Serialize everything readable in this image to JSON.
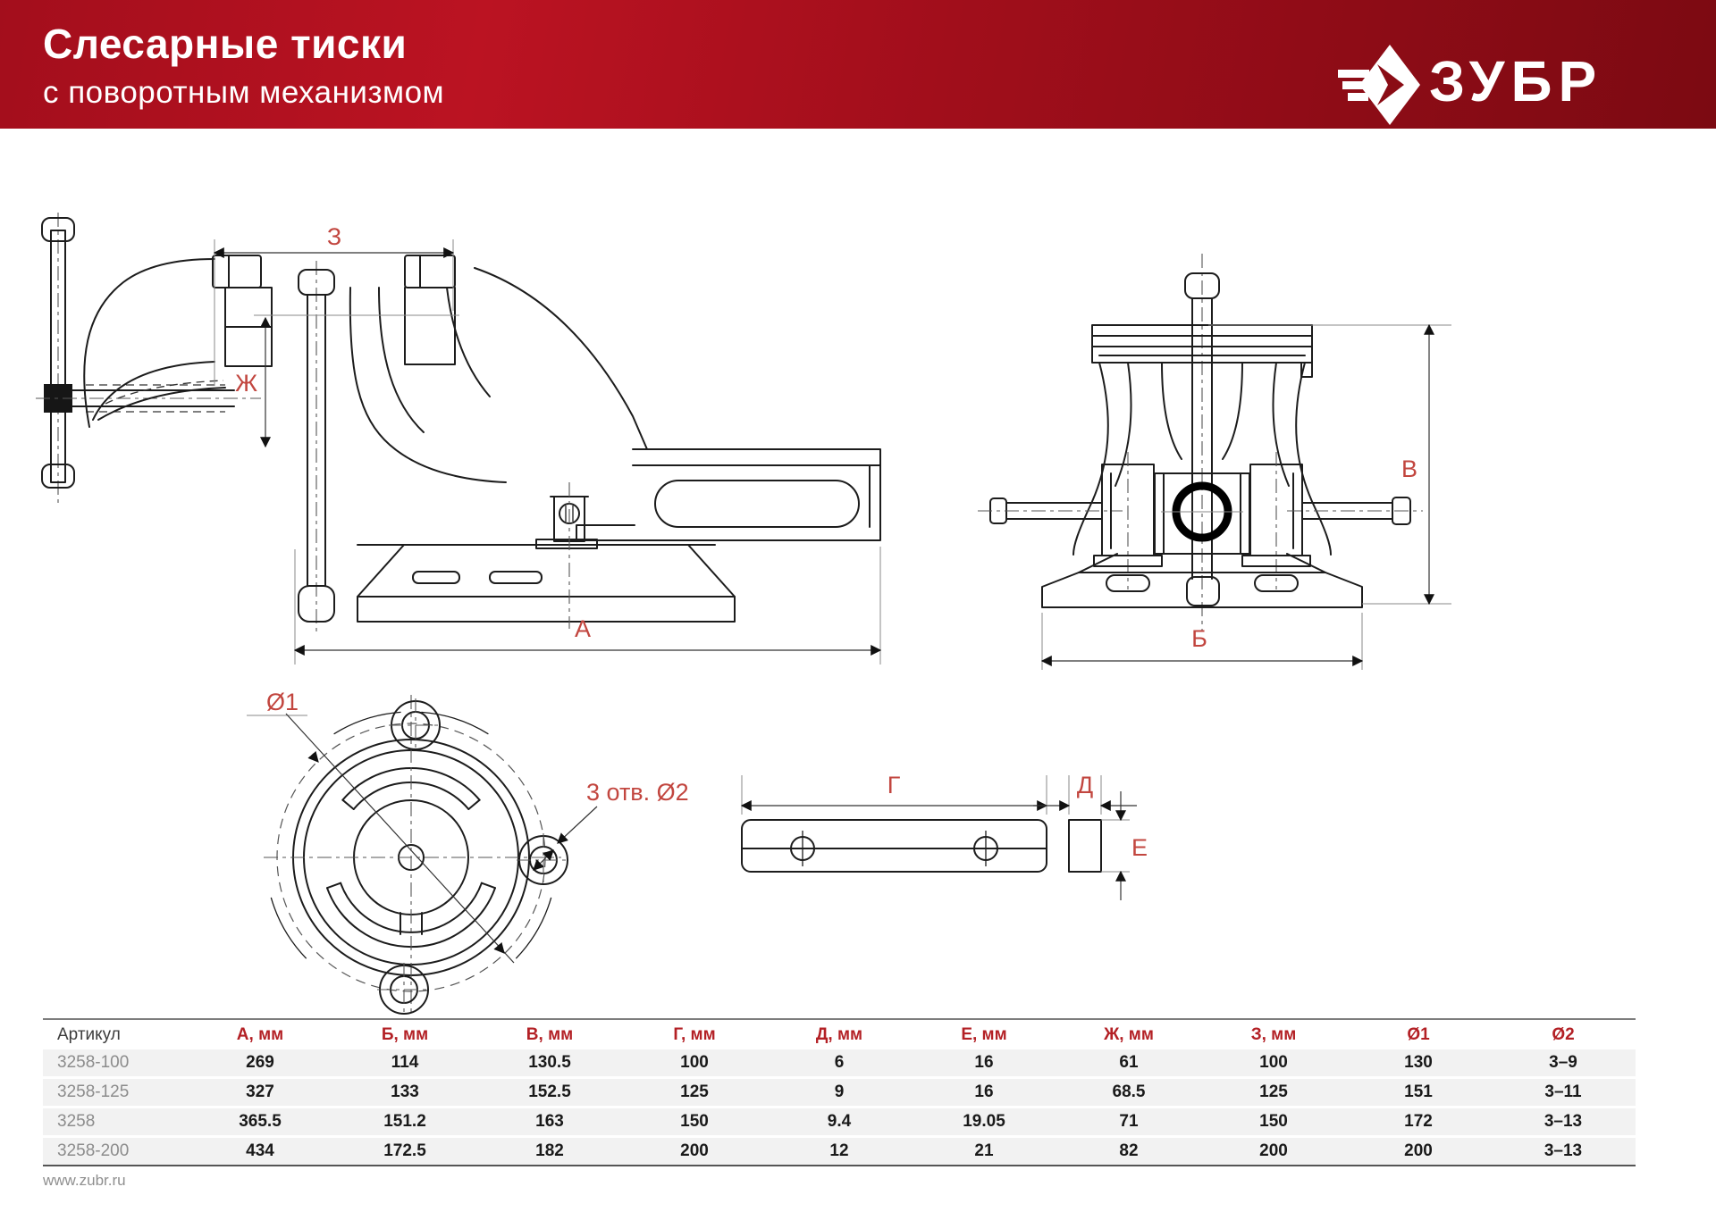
{
  "header": {
    "title": "Слесарные тиски",
    "subtitle": "с поворотным механизмом",
    "brand": "ЗУБР"
  },
  "drawings": {
    "labels": {
      "z": "З",
      "zh": "Ж",
      "a": "А",
      "b": "Б",
      "v": "В",
      "g": "Г",
      "d": "Д",
      "e": "Е",
      "d1": "Ø1",
      "holes": "3 отв. Ø2"
    }
  },
  "table": {
    "headers": [
      "Артикул",
      "А, мм",
      "Б, мм",
      "В, мм",
      "Г, мм",
      "Д, мм",
      "Е, мм",
      "Ж, мм",
      "З, мм",
      "Ø1",
      "Ø2"
    ],
    "rows": [
      [
        "3258-100",
        "269",
        "114",
        "130.5",
        "100",
        "6",
        "16",
        "61",
        "100",
        "130",
        "3–9"
      ],
      [
        "3258-125",
        "327",
        "133",
        "152.5",
        "125",
        "9",
        "16",
        "68.5",
        "125",
        "151",
        "3–11"
      ],
      [
        "3258",
        "365.5",
        "151.2",
        "163",
        "150",
        "9.4",
        "19.05",
        "71",
        "150",
        "172",
        "3–13"
      ],
      [
        "3258-200",
        "434",
        "172.5",
        "182",
        "200",
        "12",
        "21",
        "82",
        "200",
        "200",
        "3–13"
      ]
    ]
  },
  "footer": {
    "url": "www.zubr.ru"
  },
  "colors": {
    "brand_red": "#a80f1d",
    "dim_red": "#c2463f",
    "table_header_red": "#b32025"
  }
}
